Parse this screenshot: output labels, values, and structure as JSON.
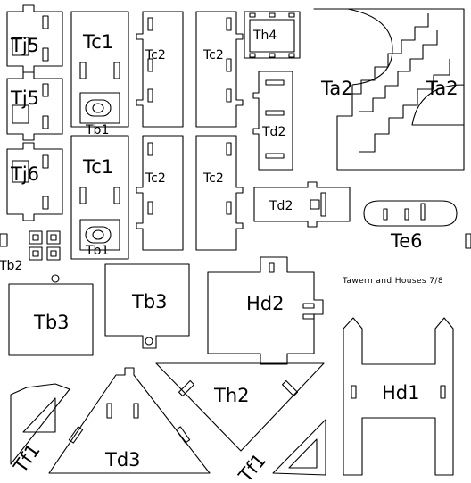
{
  "sheet": {
    "caption": "Tawern and Houses 7/8"
  },
  "labels": {
    "tj5_a": "Tj5",
    "tj5_b": "Tj5",
    "tj6": "Tj6",
    "tc1_a": "Tc1",
    "tc1_b": "Tc1",
    "tb1_a": "Tb1",
    "tb1_b": "Tb1",
    "tc2_a": "Tc2",
    "tc2_b": "Tc2",
    "tc2_c": "Tc2",
    "tc2_d": "Tc2",
    "th4": "Th4",
    "td2_a": "Td2",
    "td2_b": "Td2",
    "ta2_a": "Ta2",
    "ta2_b": "Ta2",
    "te6": "Te6",
    "tb2": "Tb2",
    "tb3_a": "Tb3",
    "tb3_b": "Tb3",
    "hd2": "Hd2",
    "hd1": "Hd1",
    "th2": "Th2",
    "td3": "Td3",
    "tf1_a": "Tf1",
    "tf1_b": "Tf1"
  }
}
